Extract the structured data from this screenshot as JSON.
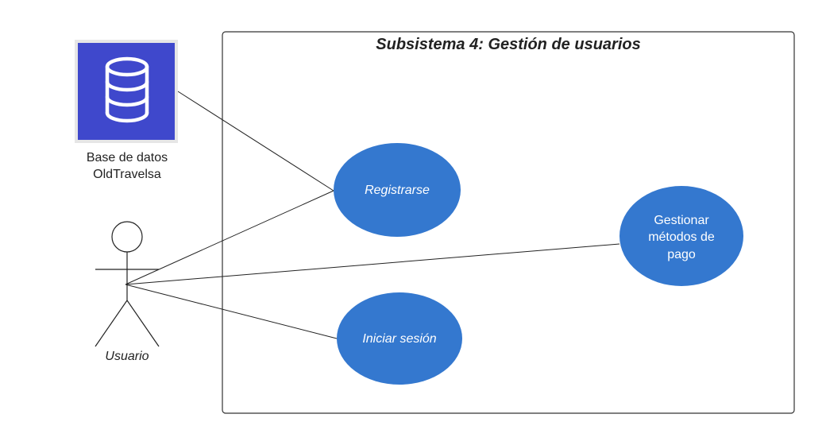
{
  "system": {
    "title": "Subsistema 4: Gestión de usuarios"
  },
  "actors": {
    "user": {
      "label": "Usuario"
    },
    "database": {
      "label_line1": "Base de datos",
      "label_line2": "OldTravelsa",
      "icon": "database-icon"
    }
  },
  "use_cases": {
    "register": {
      "label": "Registrarse"
    },
    "login": {
      "label": "Iniciar sesión"
    },
    "payment": {
      "label_line1": "Gestionar",
      "label_line2": "métodos de",
      "label_line3": "pago"
    }
  },
  "colors": {
    "use_case_fill": "#3478CF",
    "database_fill": "#3F48CC",
    "database_frame": "#E6E6E6"
  }
}
